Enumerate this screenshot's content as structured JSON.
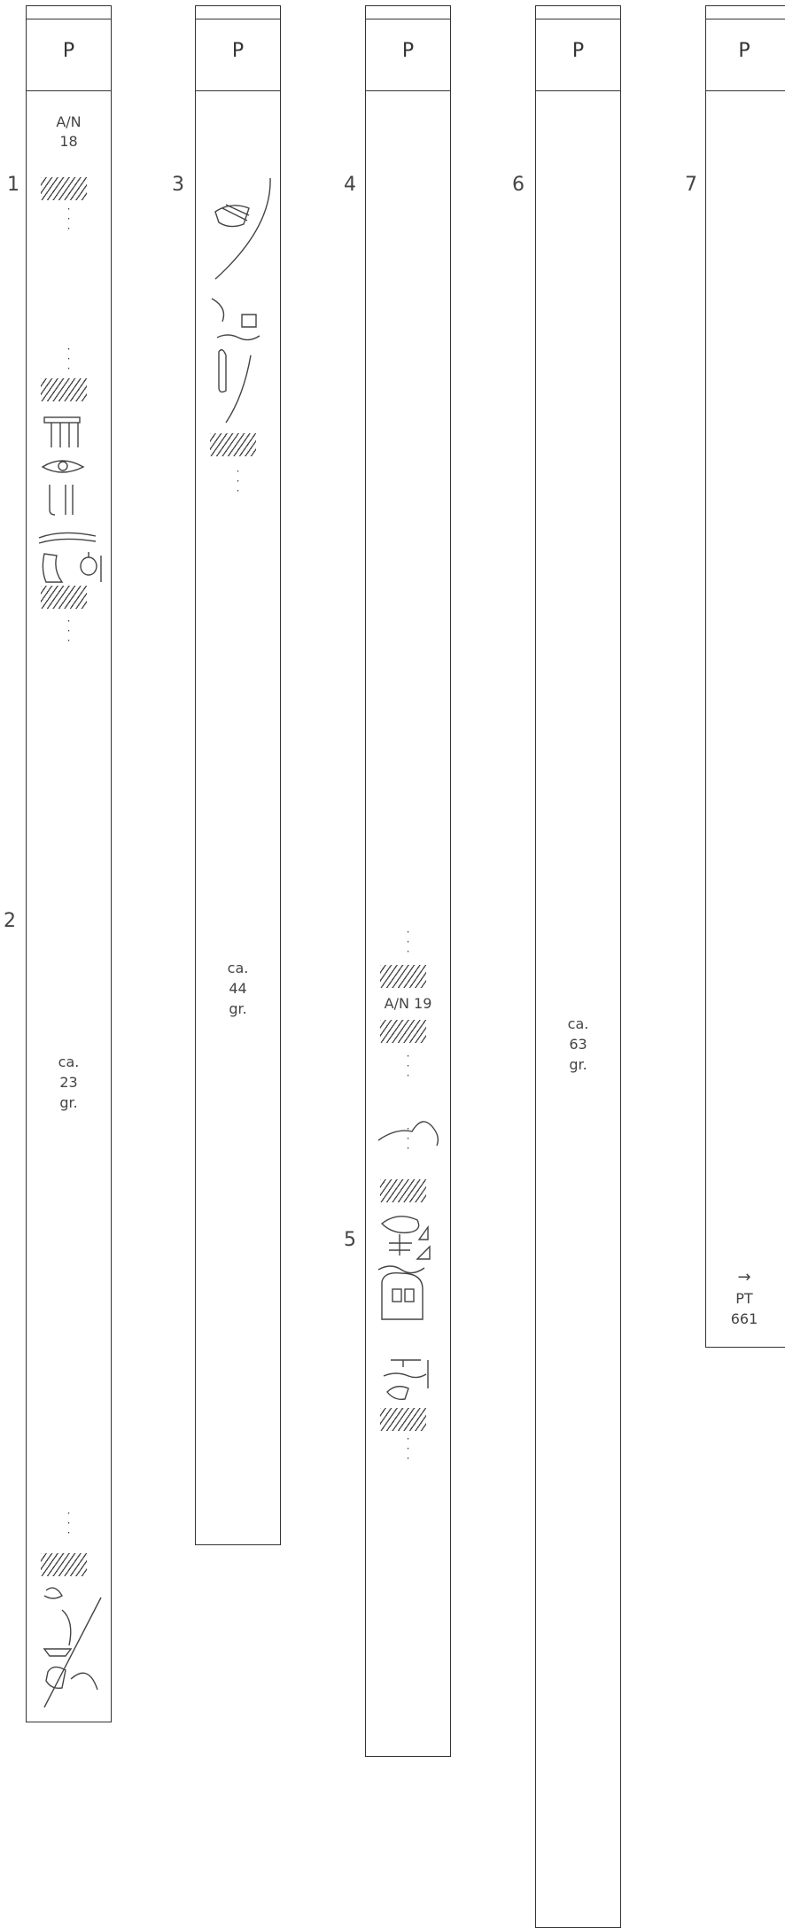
{
  "header_letter": "P",
  "line_numbers": {
    "l1": "1",
    "l2": "2",
    "l3": "3",
    "l4": "4",
    "l5": "5",
    "l6": "6",
    "l7": "7"
  },
  "column1": {
    "top_label_1": "A/N",
    "top_label_2": "18",
    "est_1": "ca.",
    "est_2": "23",
    "est_3": "gr."
  },
  "column2": {
    "est_1": "ca.",
    "est_2": "44",
    "est_3": "gr."
  },
  "column3": {
    "mid_label": "A/N 19"
  },
  "column4": {
    "est_1": "ca.",
    "est_2": "63",
    "est_3": "gr."
  },
  "column5": {
    "arrow": "→",
    "ref_1": "PT",
    "ref_2": "661"
  },
  "dots": "·\n·\n·"
}
